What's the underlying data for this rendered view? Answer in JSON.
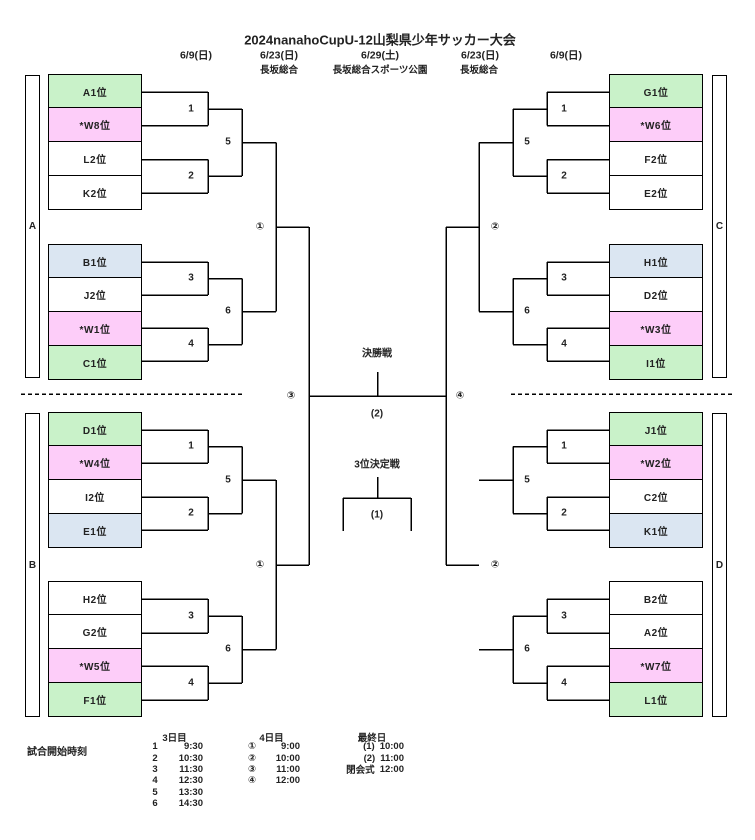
{
  "title": "2024nanahoCupU-12山梨県少年サッカー大会",
  "header": {
    "dates": [
      "6/9(日)",
      "6/23(日)",
      "6/29(土)",
      "6/23(日)",
      "6/9(日)"
    ],
    "venues": [
      "長坂総合",
      "長坂総合スポーツ公園",
      "長坂総合"
    ]
  },
  "colors": {
    "green": "#c9f2c9",
    "pink": "#fdcdf9",
    "blue": "#dbe6f2",
    "white": "#ffffff"
  },
  "quadrants": [
    {
      "block": "A",
      "teams_top": [
        {
          "label": "A1位",
          "color": "green"
        },
        {
          "label": "*W8位",
          "color": "pink"
        },
        {
          "label": "L2位",
          "color": "white"
        },
        {
          "label": "K2位",
          "color": "white"
        }
      ],
      "teams_bottom": [
        {
          "label": "B1位",
          "color": "blue"
        },
        {
          "label": "J2位",
          "color": "white"
        },
        {
          "label": "*W1位",
          "color": "pink"
        },
        {
          "label": "C1位",
          "color": "green"
        }
      ],
      "match_labels": [
        "1",
        "2",
        "5",
        "3",
        "4",
        "6",
        "①"
      ]
    },
    {
      "block": "B",
      "teams_top": [
        {
          "label": "D1位",
          "color": "green"
        },
        {
          "label": "*W4位",
          "color": "pink"
        },
        {
          "label": "I2位",
          "color": "white"
        },
        {
          "label": "E1位",
          "color": "blue"
        }
      ],
      "teams_bottom": [
        {
          "label": "H2位",
          "color": "white"
        },
        {
          "label": "G2位",
          "color": "white"
        },
        {
          "label": "*W5位",
          "color": "pink"
        },
        {
          "label": "F1位",
          "color": "green"
        }
      ],
      "match_labels": [
        "1",
        "2",
        "5",
        "3",
        "4",
        "6",
        "①"
      ]
    },
    {
      "block": "C",
      "teams_top": [
        {
          "label": "G1位",
          "color": "green"
        },
        {
          "label": "*W6位",
          "color": "pink"
        },
        {
          "label": "F2位",
          "color": "white"
        },
        {
          "label": "E2位",
          "color": "white"
        }
      ],
      "teams_bottom": [
        {
          "label": "H1位",
          "color": "blue"
        },
        {
          "label": "D2位",
          "color": "white"
        },
        {
          "label": "*W3位",
          "color": "pink"
        },
        {
          "label": "I1位",
          "color": "green"
        }
      ],
      "match_labels": [
        "1",
        "2",
        "5",
        "3",
        "4",
        "6",
        "②"
      ]
    },
    {
      "block": "D",
      "teams_top": [
        {
          "label": "J1位",
          "color": "green"
        },
        {
          "label": "*W2位",
          "color": "pink"
        },
        {
          "label": "C2位",
          "color": "white"
        },
        {
          "label": "K1位",
          "color": "blue"
        }
      ],
      "teams_bottom": [
        {
          "label": "B2位",
          "color": "white"
        },
        {
          "label": "A2位",
          "color": "white"
        },
        {
          "label": "*W7位",
          "color": "pink"
        },
        {
          "label": "L1位",
          "color": "green"
        }
      ],
      "match_labels": [
        "1",
        "2",
        "5",
        "3",
        "4",
        "6",
        "②"
      ]
    }
  ],
  "center": {
    "semi_left": "③",
    "semi_right": "④",
    "final_label": "決勝戦",
    "final_match": "(2)",
    "third_label": "3位決定戦",
    "third_match": "(1)"
  },
  "schedule": {
    "title": "試合開始時刻",
    "columns": [
      {
        "header": "3日目",
        "rows": [
          {
            "no": "1",
            "time": "9:30"
          },
          {
            "no": "2",
            "time": "10:30"
          },
          {
            "no": "3",
            "time": "11:30"
          },
          {
            "no": "4",
            "time": "12:30"
          },
          {
            "no": "5",
            "time": "13:30"
          },
          {
            "no": "6",
            "time": "14:30"
          }
        ]
      },
      {
        "header": "4日目",
        "rows": [
          {
            "no": "①",
            "time": "9:00"
          },
          {
            "no": "②",
            "time": "10:00"
          },
          {
            "no": "③",
            "time": "11:00"
          },
          {
            "no": "④",
            "time": "12:00"
          }
        ]
      },
      {
        "header": "最終日",
        "rows": [
          {
            "no": "(1)",
            "time": "10:00"
          },
          {
            "no": "(2)",
            "time": "11:00"
          },
          {
            "no": "閉会式",
            "time": "12:00"
          }
        ]
      }
    ]
  }
}
